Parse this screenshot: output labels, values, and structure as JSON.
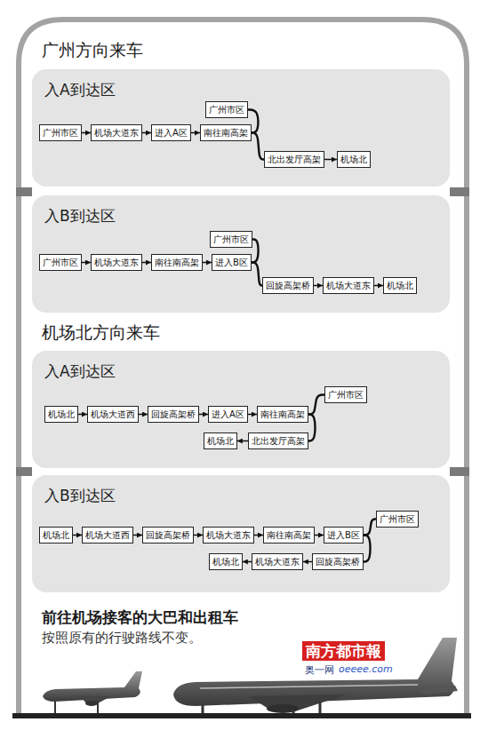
{
  "diagram": {
    "nodes": [
      {
        "text": [
          "入A到达区"
        ]
      },
      {
        "text": [
          "广州市区"
        ],
        "in": 0
      },
      {
        "text": [
          "机场大道东"
        ],
        "in": 0
      },
      {
        "text": [
          "进入A区"
        ],
        "in": 0
      },
      {
        "text": [
          "南往南高架"
        ],
        "in": 0
      },
      {
        "text": [
          "广州市区"
        ],
        "in": 0
      },
      {
        "text": [
          "北出发厅高架"
        ],
        "in": 0
      },
      {
        "text": [
          "机场北"
        ],
        "in": 0
      },
      {
        "text": [
          "入B到达区"
        ]
      },
      {
        "text": [
          "广州市区"
        ],
        "in": 8
      },
      {
        "text": [
          "机场大道东"
        ],
        "in": 8
      },
      {
        "text": [
          "南往南高架"
        ],
        "in": 8
      },
      {
        "text": [
          "进入B区"
        ],
        "in": 8
      },
      {
        "text": [
          "广州市区"
        ],
        "in": 8
      },
      {
        "text": [
          "回旋高架桥"
        ],
        "in": 8
      },
      {
        "text": [
          "机场大道东"
        ],
        "in": 8
      },
      {
        "text": [
          "机场北"
        ],
        "in": 8
      },
      {
        "text": [
          "入A到达区"
        ]
      },
      {
        "text": [
          "机场北"
        ],
        "in": 17
      },
      {
        "text": [
          "机场大道西"
        ],
        "in": 17
      },
      {
        "text": [
          "回旋高架桥"
        ],
        "in": 17
      },
      {
        "text": [
          "进入A区"
        ],
        "in": 17
      },
      {
        "text": [
          "南往南高架"
        ],
        "in": 17
      },
      {
        "text": [
          "广州市区"
        ],
        "in": 17
      },
      {
        "text": [
          "机场北"
        ],
        "in": 17
      },
      {
        "text": [
          "北出发厅高架"
        ],
        "in": 17
      },
      {
        "text": [
          "入B到达区"
        ]
      },
      {
        "text": [
          "机场北"
        ],
        "in": 26
      },
      {
        "text": [
          "机场大道西"
        ],
        "in": 26
      },
      {
        "text": [
          "回旋高架桥"
        ],
        "in": 26
      },
      {
        "text": [
          "机场大道东"
        ],
        "in": 26
      },
      {
        "text": [
          "南往南高架"
        ],
        "in": 26
      },
      {
        "text": [
          "进入B区"
        ],
        "in": 26
      },
      {
        "text": [
          "广州市区"
        ],
        "in": 26
      },
      {
        "text": [
          "机场北"
        ],
        "in": 26
      },
      {
        "text": [
          "机场大道东"
        ],
        "in": 26
      },
      {
        "text": [
          "回旋高架桥"
        ],
        "in": 26
      },
      {
        "text": [
          "南方都市報"
        ]
      }
    ],
    "edges": [
      {
        "from": 1,
        "to": 2,
        "arrow": "to"
      },
      {
        "from": 2,
        "to": 3,
        "arrow": "to"
      },
      {
        "from": 3,
        "to": 4,
        "arrow": "to"
      },
      {
        "from": 4,
        "to": 5,
        "arrow": "none"
      },
      {
        "from": 4,
        "to": 6,
        "arrow": "none"
      },
      {
        "from": 6,
        "to": 7,
        "arrow": "to"
      },
      {
        "from": 9,
        "to": 10,
        "arrow": "to"
      },
      {
        "from": 10,
        "to": 11,
        "arrow": "to"
      },
      {
        "from": 11,
        "to": 12,
        "arrow": "to"
      },
      {
        "from": 12,
        "to": 13,
        "arrow": "none"
      },
      {
        "from": 12,
        "to": 14,
        "arrow": "none"
      },
      {
        "from": 14,
        "to": 15,
        "arrow": "to"
      },
      {
        "from": 15,
        "to": 16,
        "arrow": "to"
      },
      {
        "from": 18,
        "to": 19,
        "arrow": "to"
      },
      {
        "from": 19,
        "to": 20,
        "arrow": "to"
      },
      {
        "from": 20,
        "to": 21,
        "arrow": "to"
      },
      {
        "from": 21,
        "to": 22,
        "arrow": "to"
      },
      {
        "from": 22,
        "to": 23,
        "arrow": "none"
      },
      {
        "from": 22,
        "to": 25,
        "arrow": "none"
      },
      {
        "from": 25,
        "to": 24,
        "arrow": "to"
      },
      {
        "from": 27,
        "to": 28,
        "arrow": "to"
      },
      {
        "from": 28,
        "to": 29,
        "arrow": "to"
      },
      {
        "from": 29,
        "to": 30,
        "arrow": "to"
      },
      {
        "from": 30,
        "to": 31,
        "arrow": "to"
      },
      {
        "from": 31,
        "to": 32,
        "arrow": "to"
      },
      {
        "from": 32,
        "to": 33,
        "arrow": "none"
      },
      {
        "from": 32,
        "to": 36,
        "arrow": "none"
      },
      {
        "from": 36,
        "to": 35,
        "arrow": "to"
      },
      {
        "from": 35,
        "to": 34,
        "arrow": "to"
      }
    ],
    "labels": [
      "广州方向来车",
      "机场北方向来车",
      "前往机场接客的大巴和出租车",
      "按照原有的行驶路线不变。",
      "奥一网",
      "oeeee.com"
    ]
  }
}
